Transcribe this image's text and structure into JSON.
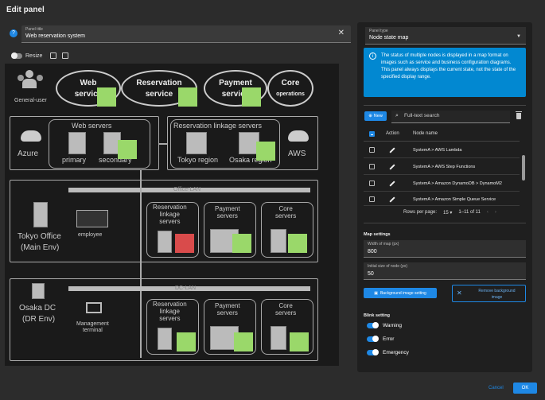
{
  "dialog": {
    "title": "Edit panel"
  },
  "panel_title": {
    "label": "Panel title",
    "value": "Web reservation system"
  },
  "resize_label": "Resize",
  "map": {
    "user_label": "General-user",
    "pills": [
      {
        "line1": "Web",
        "line2": "service"
      },
      {
        "line1": "Reservation",
        "line2": "service"
      },
      {
        "line1": "Payment",
        "line2": "service"
      },
      {
        "line1": "Core",
        "line2": "operations"
      }
    ],
    "azure": "Azure",
    "aws": "AWS",
    "web_servers": "Web servers",
    "primary": "primary",
    "secondary": "secondary",
    "linkage_servers": "Reservation linkage servers",
    "tokyo_region": "Tokyo region",
    "osaka_region": "Osaka region",
    "office_lan": "Office-LAN",
    "tokyo_office": "Tokyo Office",
    "main_env": "(Main Env)",
    "employee": "employee",
    "reservation_linkage": [
      "Reservation",
      "linkage",
      "servers"
    ],
    "payment_servers": [
      "Payment",
      "servers"
    ],
    "core_servers": [
      "Core",
      "servers"
    ],
    "dc_lan": "DC-LAN",
    "osaka_dc": "Osaka DC",
    "dr_env": "(DR Env)",
    "management": [
      "Management",
      "terminal"
    ]
  },
  "panel_type": {
    "label": "Panel type",
    "value": "Node state map"
  },
  "info_text": "The status of multiple nodes is displayed in a map format on images such as service and business configuration diagrams. This panel always displays the current state, not the state of the specified display range.",
  "new_button": "New",
  "search": {
    "placeholder": "Full-text search"
  },
  "table": {
    "col_action": "Action",
    "col_node": "Node name",
    "rows": [
      "SystemA > AWS Lambda",
      "SystemA > AWS Step Functions",
      "SystemA > Amazon DynamoDB > DynamoM2",
      "SystemA > Amazon Simple Queue Service"
    ]
  },
  "pagination": {
    "rows_label": "Rows per page:",
    "rows_value": "15",
    "range": "1–11 of 11"
  },
  "map_settings": {
    "title": "Map settings",
    "width_label": "Width of map (px)",
    "width_value": "800",
    "size_label": "Initial size of node (px)",
    "size_value": "50"
  },
  "bg_button": "Background image setting",
  "remove_button": "Remove background image",
  "blink": {
    "title": "Blink setting",
    "items": [
      "Warning",
      "Error",
      "Emergency"
    ]
  },
  "footer": {
    "cancel": "Cancel",
    "ok": "OK"
  },
  "colors": {
    "accent": "#1e88e5",
    "node_ok": "#9ad86a",
    "node_error": "#d94b4b",
    "info_bg": "#0288d1"
  }
}
